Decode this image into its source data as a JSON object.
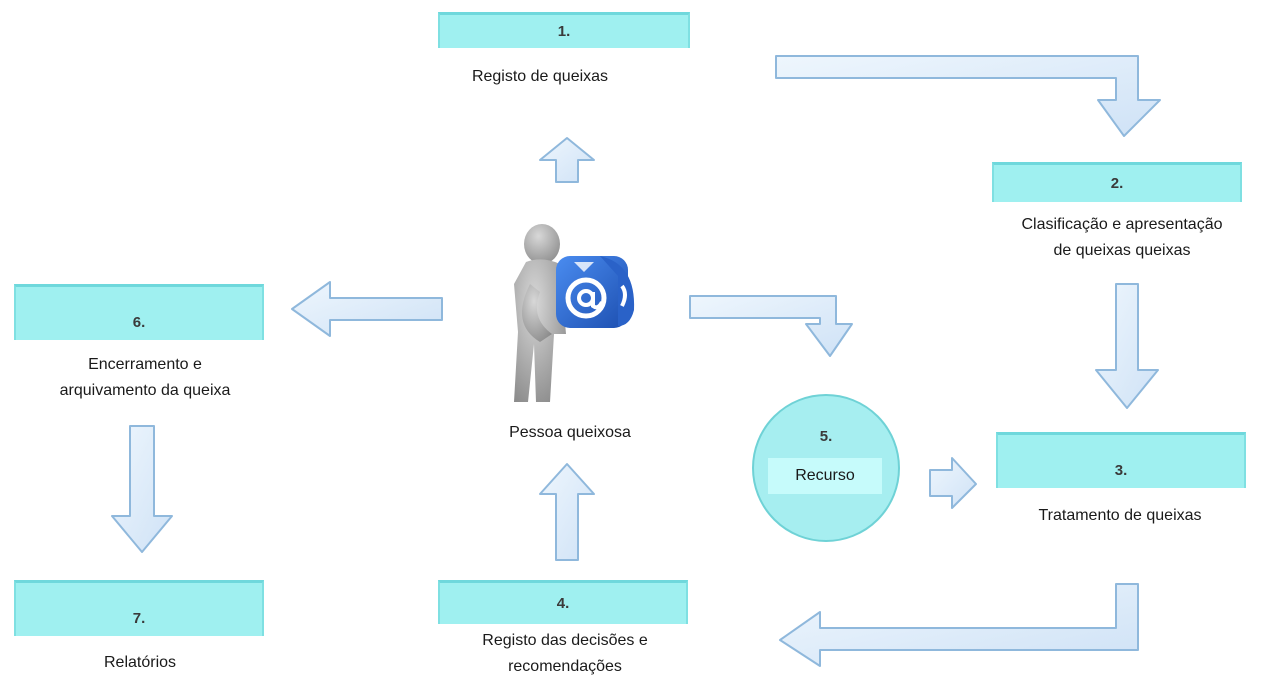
{
  "steps": [
    {
      "number": "1.",
      "label": "Registo de queixas"
    },
    {
      "number": "2.",
      "label_line1": "Clasificação e apresentação",
      "label_line2": "de queixas  queixas"
    },
    {
      "number": "3.",
      "label": "Tratamento de queixas"
    },
    {
      "number": "4.",
      "label_line1": "Registo das decisões e",
      "label_line2": "recomendações"
    },
    {
      "number": "5.",
      "label": "Recurso"
    },
    {
      "number": "6.",
      "label_line1": "Encerramento  e",
      "label_line2": "arquivamento da queixa"
    },
    {
      "number": "7.",
      "label": "Relatórios"
    }
  ],
  "center": {
    "label": "Pessoa queixosa",
    "icon": "person-holding-email-cube-icon"
  },
  "colors": {
    "box_fill": "#9ff0f0",
    "box_border": "#6fd8dc",
    "arrow_fill": "#ddeefa",
    "arrow_stroke": "#8fb8dc",
    "cube": "#2f6fd6"
  }
}
